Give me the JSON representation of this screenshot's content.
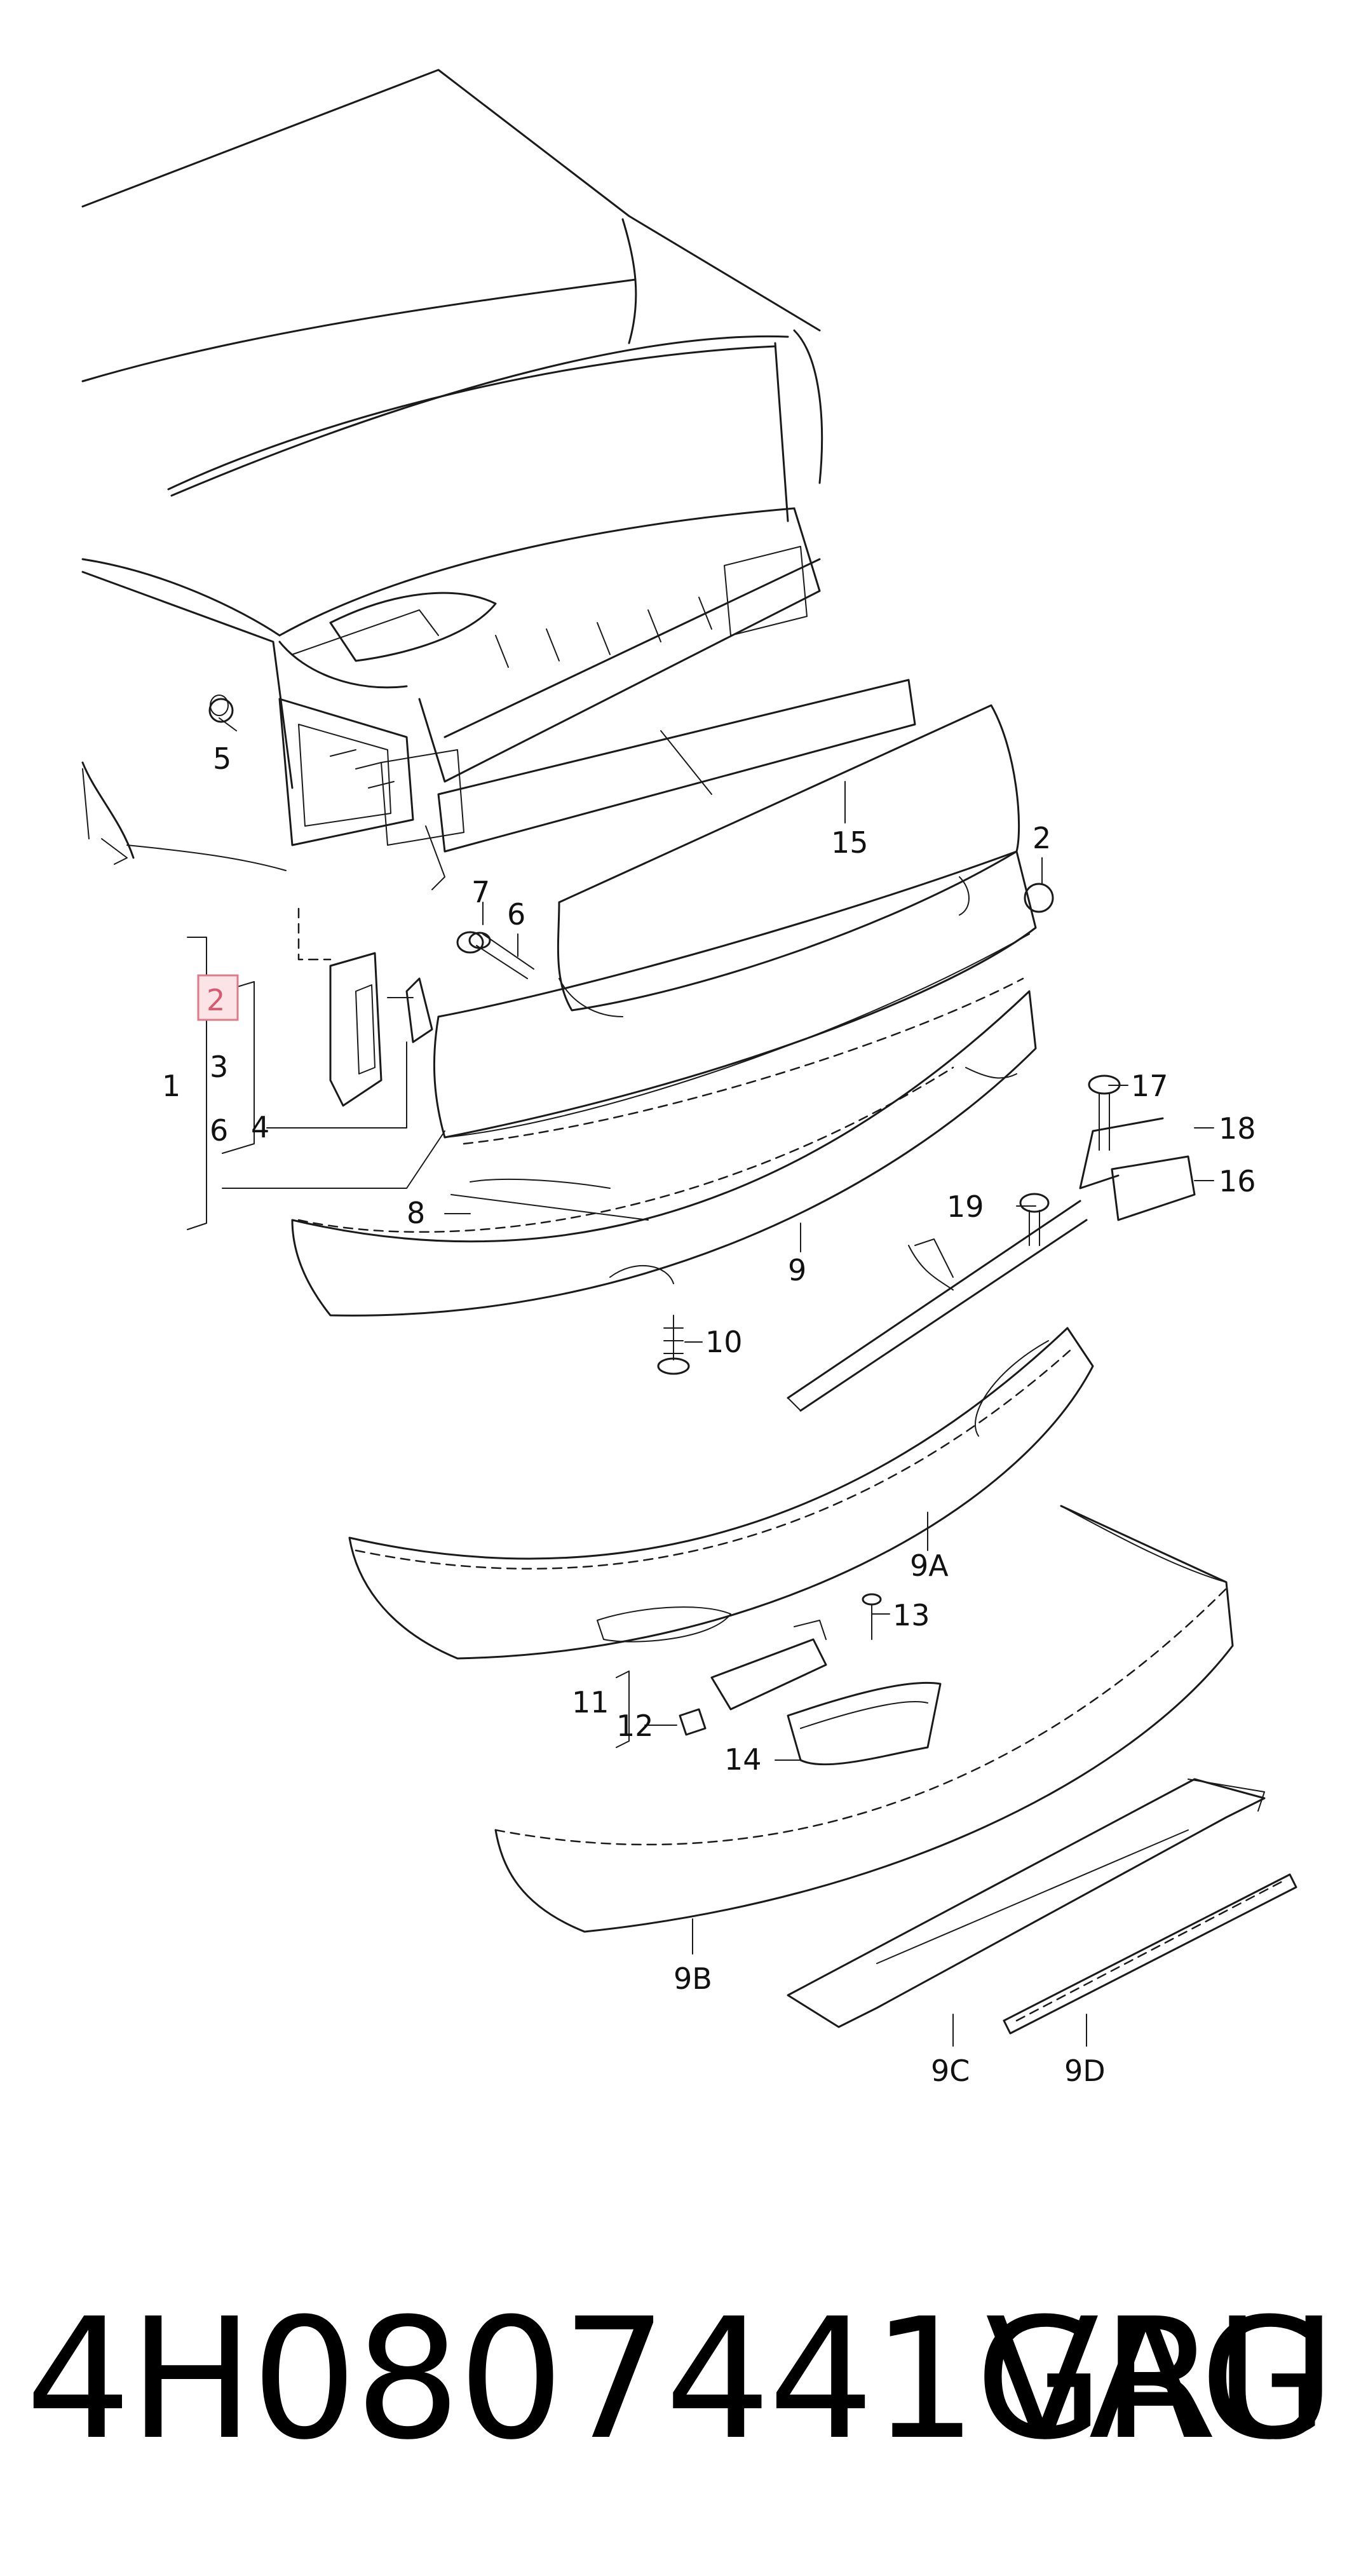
{
  "diagram": {
    "callouts": {
      "c1": "1",
      "c2_highlight": "2",
      "c2": "2",
      "c3": "3",
      "c4": "4",
      "c5": "5",
      "c6a": "6",
      "c6b": "6",
      "c7": "7",
      "c8": "8",
      "c9": "9",
      "c9a": "9A",
      "c9b": "9B",
      "c9c": "9C",
      "c9d": "9D",
      "c10": "10",
      "c11": "11",
      "c12": "12",
      "c13": "13",
      "c14": "14",
      "c15": "15",
      "c16": "16",
      "c17": "17",
      "c18": "18",
      "c19": "19"
    },
    "highlight_color": "#e07a8a"
  },
  "footer": {
    "part_number": "4H0807441GRU",
    "brand": "VAG"
  }
}
